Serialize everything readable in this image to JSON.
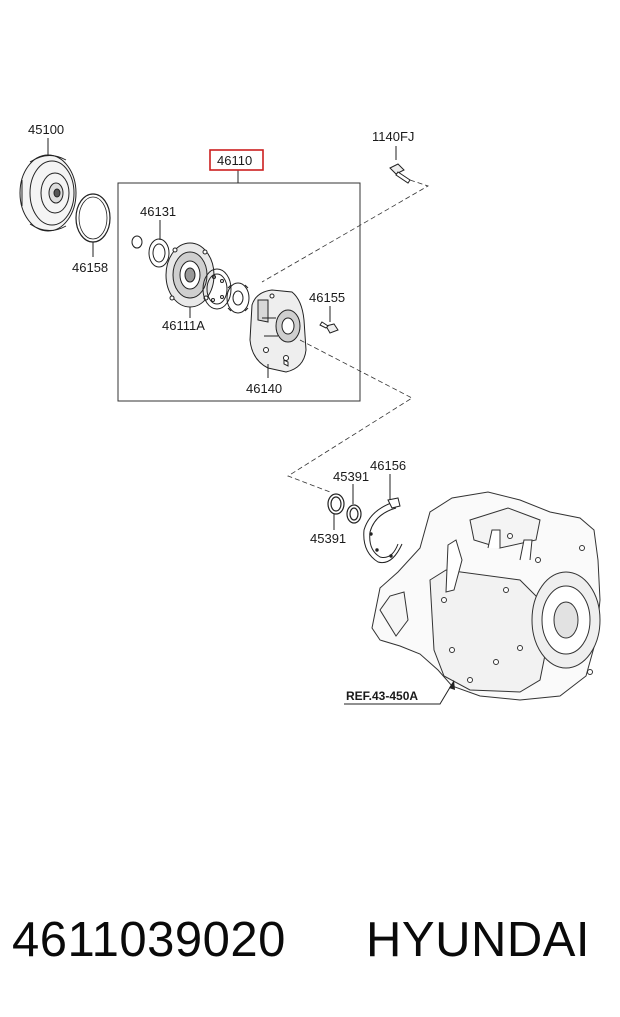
{
  "diagram": {
    "callouts": {
      "c45100": "45100",
      "c46110": "46110",
      "c1140fj": "1140FJ",
      "c46131": "46131",
      "c46158": "46158",
      "c46155": "46155",
      "c46111a": "46111A",
      "c46140": "46140",
      "c45391_top": "45391",
      "c46156": "46156",
      "c45391_bottom": "45391"
    },
    "reference": "REF.43-450A",
    "highlight_color": "#cc1f1f",
    "line_color": "#222222"
  },
  "caption": {
    "part_number": "4611039020",
    "brand": "HYUNDAI"
  }
}
